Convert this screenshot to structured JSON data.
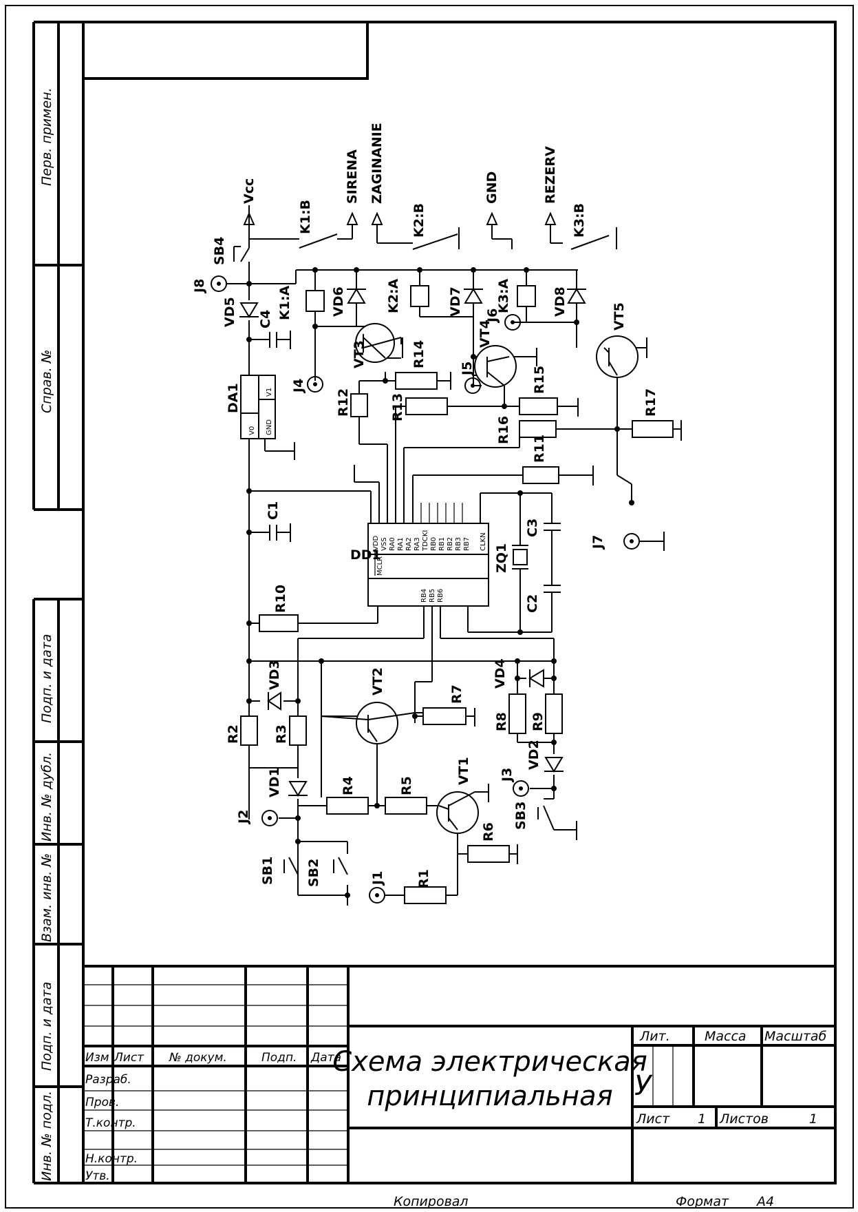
{
  "side_stamps": [
    "Перв. примен.",
    "Справ. №",
    "Подп. и дата",
    "Инв. № дубл.",
    "Взам. инв. №",
    "Подп. и дата",
    "Инв. № подл."
  ],
  "nets": {
    "vcc": "Vcc",
    "sirena": "SIRENA",
    "zaginanie": "ZAGINANIE",
    "gnd": "GND",
    "rezerv": "REZERV"
  },
  "components": {
    "R1": "R1",
    "R2": "R2",
    "R3": "R3",
    "R4": "R4",
    "R5": "R5",
    "R6": "R6",
    "R7": "R7",
    "R8": "R8",
    "R9": "R9",
    "R10": "R10",
    "R11": "R11",
    "R12": "R12",
    "R13": "R13",
    "R14": "R14",
    "R15": "R15",
    "R16": "R16",
    "R17": "R17",
    "C1": "C1",
    "C2": "C2",
    "C3": "C3",
    "C4": "C4",
    "VD1": "VD1",
    "VD2": "VD2",
    "VD3": "VD3",
    "VD4": "VD4",
    "VD5": "VD5",
    "VD6": "VD6",
    "VD7": "VD7",
    "VD8": "VD8",
    "VT1": "VT1",
    "VT2": "VT2",
    "VT3": "VT3",
    "VT4": "VT4",
    "VT5": "VT5",
    "J1": "J1",
    "J2": "J2",
    "J3": "J3",
    "J4": "J4",
    "J5": "J5",
    "J6": "J6",
    "J7": "J7",
    "J8": "J8",
    "SB1": "SB1",
    "SB2": "SB2",
    "SB3": "SB3",
    "SB4": "SB4",
    "K1A": "K1:A",
    "K1B": "K1:B",
    "K2A": "K2:A",
    "K2B": "K2:B",
    "K3A": "K3:A",
    "K3B": "K3:B",
    "DA1": "DA1",
    "DD1": "DD1",
    "ZQ1": "ZQ1"
  },
  "da1_pins": {
    "v1": "V1",
    "v0": "V0",
    "gnd": "GND"
  },
  "dd1_pins": {
    "left": [
      "VDD",
      "VSS",
      "RA0",
      "RA1",
      "RA2",
      "RA3",
      "TDCKI",
      "RB0",
      "RB1",
      "RB2",
      "RB3",
      "RB7",
      "CLKN"
    ],
    "mclr": "MCLR",
    "right": [
      "RB4",
      "RB5",
      "RB6"
    ]
  },
  "title_block": {
    "headers": [
      "Изм",
      "Лист",
      "№ докум.",
      "Подп.",
      "Дата"
    ],
    "roles": [
      "Разраб.",
      "Пров.",
      "Т.контр.",
      "",
      "Н.контр.",
      "Утв."
    ],
    "title_line1": "Схема электрическая",
    "title_line2": "принципиальная",
    "lit_label": "Лит.",
    "mass_label": "Масса",
    "scale_label": "Масштаб",
    "lit_value": "У",
    "sheet_label": "Лист",
    "sheet_value": "1",
    "sheets_label": "Листов",
    "sheets_value": "1",
    "copied": "Копировал",
    "format_label": "Формат",
    "format_value": "А4"
  }
}
